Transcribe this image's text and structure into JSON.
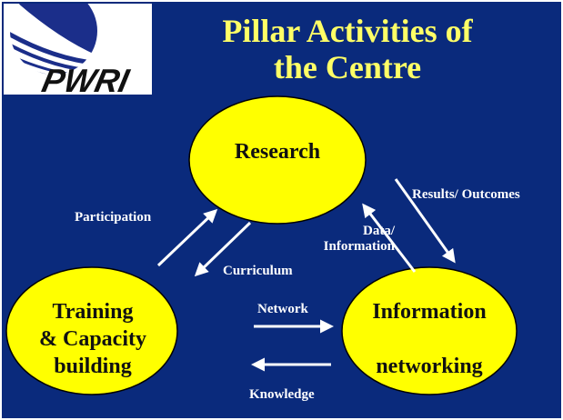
{
  "logo": {
    "text": "PWRI"
  },
  "title": {
    "line1": "Pillar Activities of",
    "line2": "the Centre"
  },
  "nodes": {
    "research": "Research",
    "training": {
      "line1": "Training",
      "line2": "& Capacity",
      "line3": "building"
    },
    "information": {
      "line1": "Information",
      "line2": "networking"
    }
  },
  "edges": {
    "participation": "Participation",
    "curriculum": "Curriculum",
    "results": "Results/ Outcomes",
    "data_line1": "Data/",
    "data_line2": "Information",
    "network": "Network",
    "knowledge": "Knowledge"
  },
  "colors": {
    "background": "#0a2a7c",
    "title": "#ffff66",
    "node_fill": "#ffff00",
    "arrow": "#ffffff",
    "logo_blue": "#1b2e8a"
  }
}
